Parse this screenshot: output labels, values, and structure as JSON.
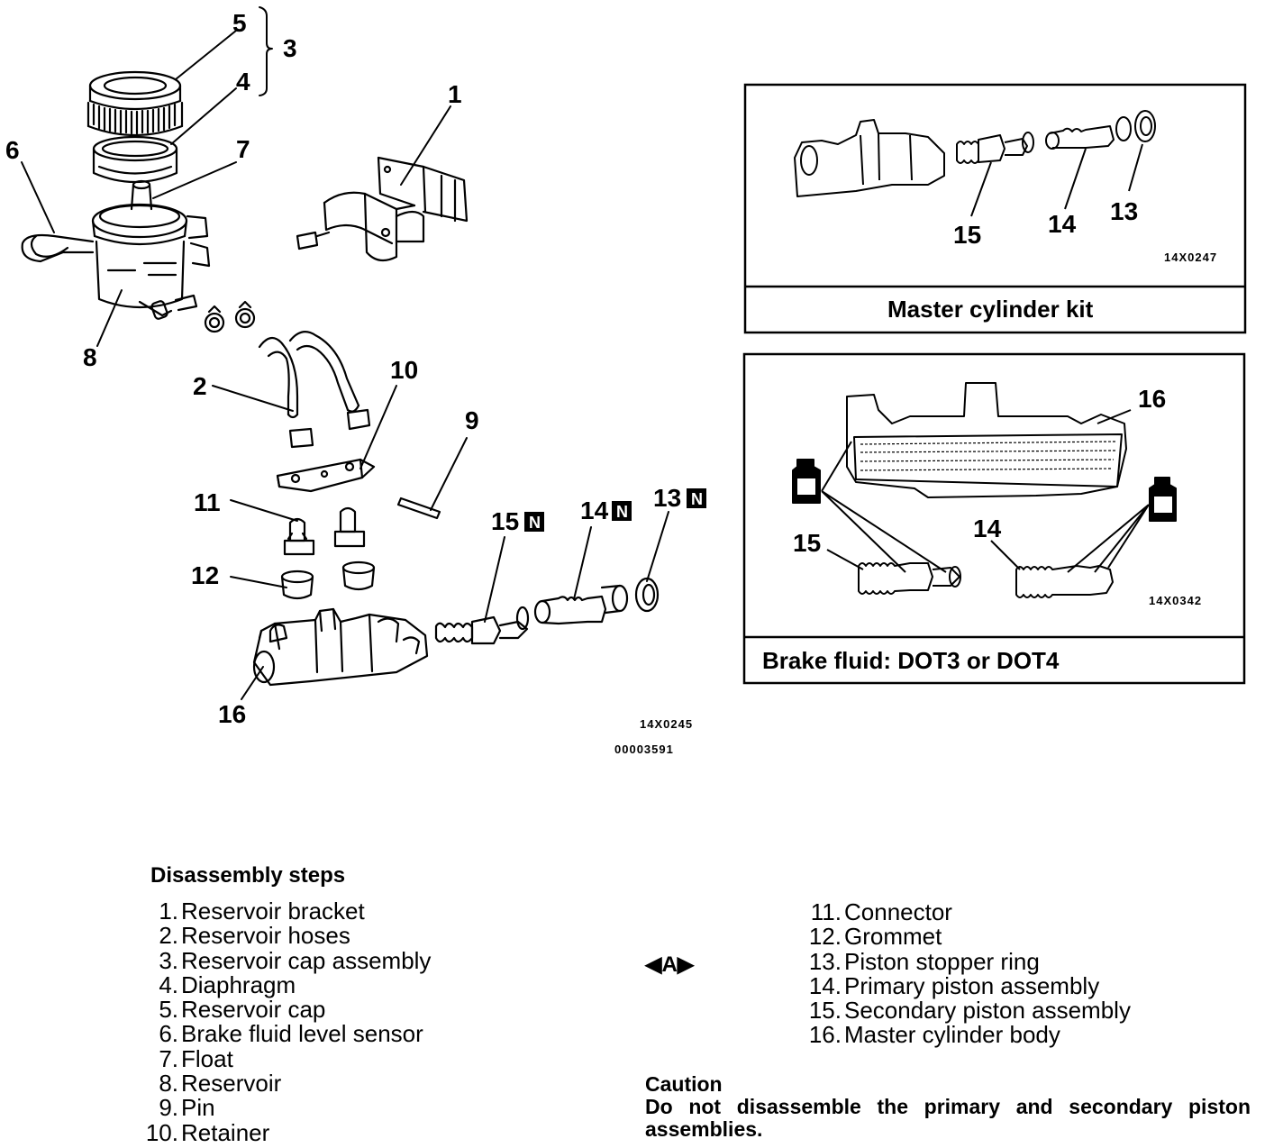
{
  "diagram": {
    "callouts": {
      "c1": "1",
      "c2": "2",
      "c3": "3",
      "c4": "4",
      "c5": "5",
      "c6": "6",
      "c7": "7",
      "c8": "8",
      "c9": "9",
      "c10": "10",
      "c11": "11",
      "c12": "12",
      "c13": "13",
      "c14": "14",
      "c15": "15",
      "c16": "16"
    },
    "new_part_mark": "N",
    "figure_code": "14X0245",
    "document_number": "00003591"
  },
  "kit_panel": {
    "label": "Master cylinder kit",
    "callouts": {
      "c13": "13",
      "c14": "14",
      "c15": "15"
    },
    "figure_code": "14X0247"
  },
  "fluid_panel": {
    "label": "Brake fluid: DOT3 or DOT4",
    "callouts": {
      "c14": "14",
      "c15": "15",
      "c16": "16"
    },
    "figure_code": "14X0342"
  },
  "steps": {
    "title": "Disassembly steps",
    "items": [
      {
        "num": "1.",
        "text": "Reservoir bracket"
      },
      {
        "num": "2.",
        "text": "Reservoir hoses"
      },
      {
        "num": "3.",
        "text": "Reservoir cap assembly"
      },
      {
        "num": "4.",
        "text": "Diaphragm"
      },
      {
        "num": "5.",
        "text": "Reservoir cap"
      },
      {
        "num": "6.",
        "text": "Brake fluid level sensor"
      },
      {
        "num": "7.",
        "text": "Float"
      },
      {
        "num": "8.",
        "text": "Reservoir"
      },
      {
        "num": "9.",
        "text": "Pin"
      },
      {
        "num": "10.",
        "text": "Retainer"
      },
      {
        "num": "11.",
        "text": "Connector"
      },
      {
        "num": "12.",
        "text": "Grommet"
      },
      {
        "num": "13.",
        "text": "Piston stopper ring"
      },
      {
        "num": "14.",
        "text": "Primary piston assembly"
      },
      {
        "num": "15.",
        "text": "Secondary piston assembly"
      },
      {
        "num": "16.",
        "text": "Master cylinder body"
      }
    ],
    "service_mark": "◀A▶"
  },
  "caution": {
    "title": "Caution",
    "text": "Do not disassemble the primary and secondary piston assemblies."
  }
}
